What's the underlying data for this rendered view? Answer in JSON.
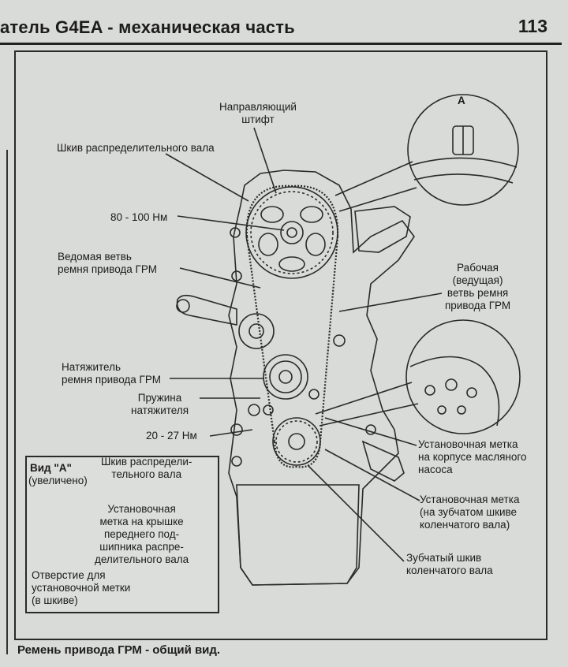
{
  "header": {
    "title": "атель G4EA - механическая часть",
    "page_number": "113"
  },
  "labels": {
    "guide_pin": [
      "Направляющий",
      "штифт"
    ],
    "camshaft_pulley": "Шкив распределительного вала",
    "torque_1": "80 - 100 Нм",
    "slack_side": [
      "Ведомая ветвь",
      "ремня привода ГРМ"
    ],
    "tight_side": [
      "Рабочая",
      "(ведущая)",
      "ветвь ремня",
      "привода ГРМ"
    ],
    "tensioner": [
      "Натяжитель",
      "ремня привода ГРМ"
    ],
    "tensioner_spring": [
      "Пружина",
      "натяжителя"
    ],
    "torque_2": "20 - 27 Нм",
    "oil_pump_mark": [
      "Установочная метка",
      "на корпусе масляного",
      "насоса"
    ],
    "crank_mark": [
      "Установочная метка",
      "(на зубчатом шкиве",
      "коленчатого вала)"
    ],
    "crank_pulley": [
      "Зубчатый шкив",
      "коленчатого вала"
    ],
    "detail_a": "A"
  },
  "inset": {
    "title": "Вид \"А\"",
    "subtitle": "(увеличено)",
    "camshaft_pulley": [
      "Шкив распредели-",
      "тельного вала"
    ],
    "cover_mark": [
      "Установочная",
      "метка на крышке",
      "переднего под-",
      "шипника распре-",
      "делительного вала"
    ],
    "hole": [
      "Отверстие для",
      "установочной метки",
      "(в шкиве)"
    ]
  },
  "caption": "Ремень привода ГРМ - общий вид."
}
